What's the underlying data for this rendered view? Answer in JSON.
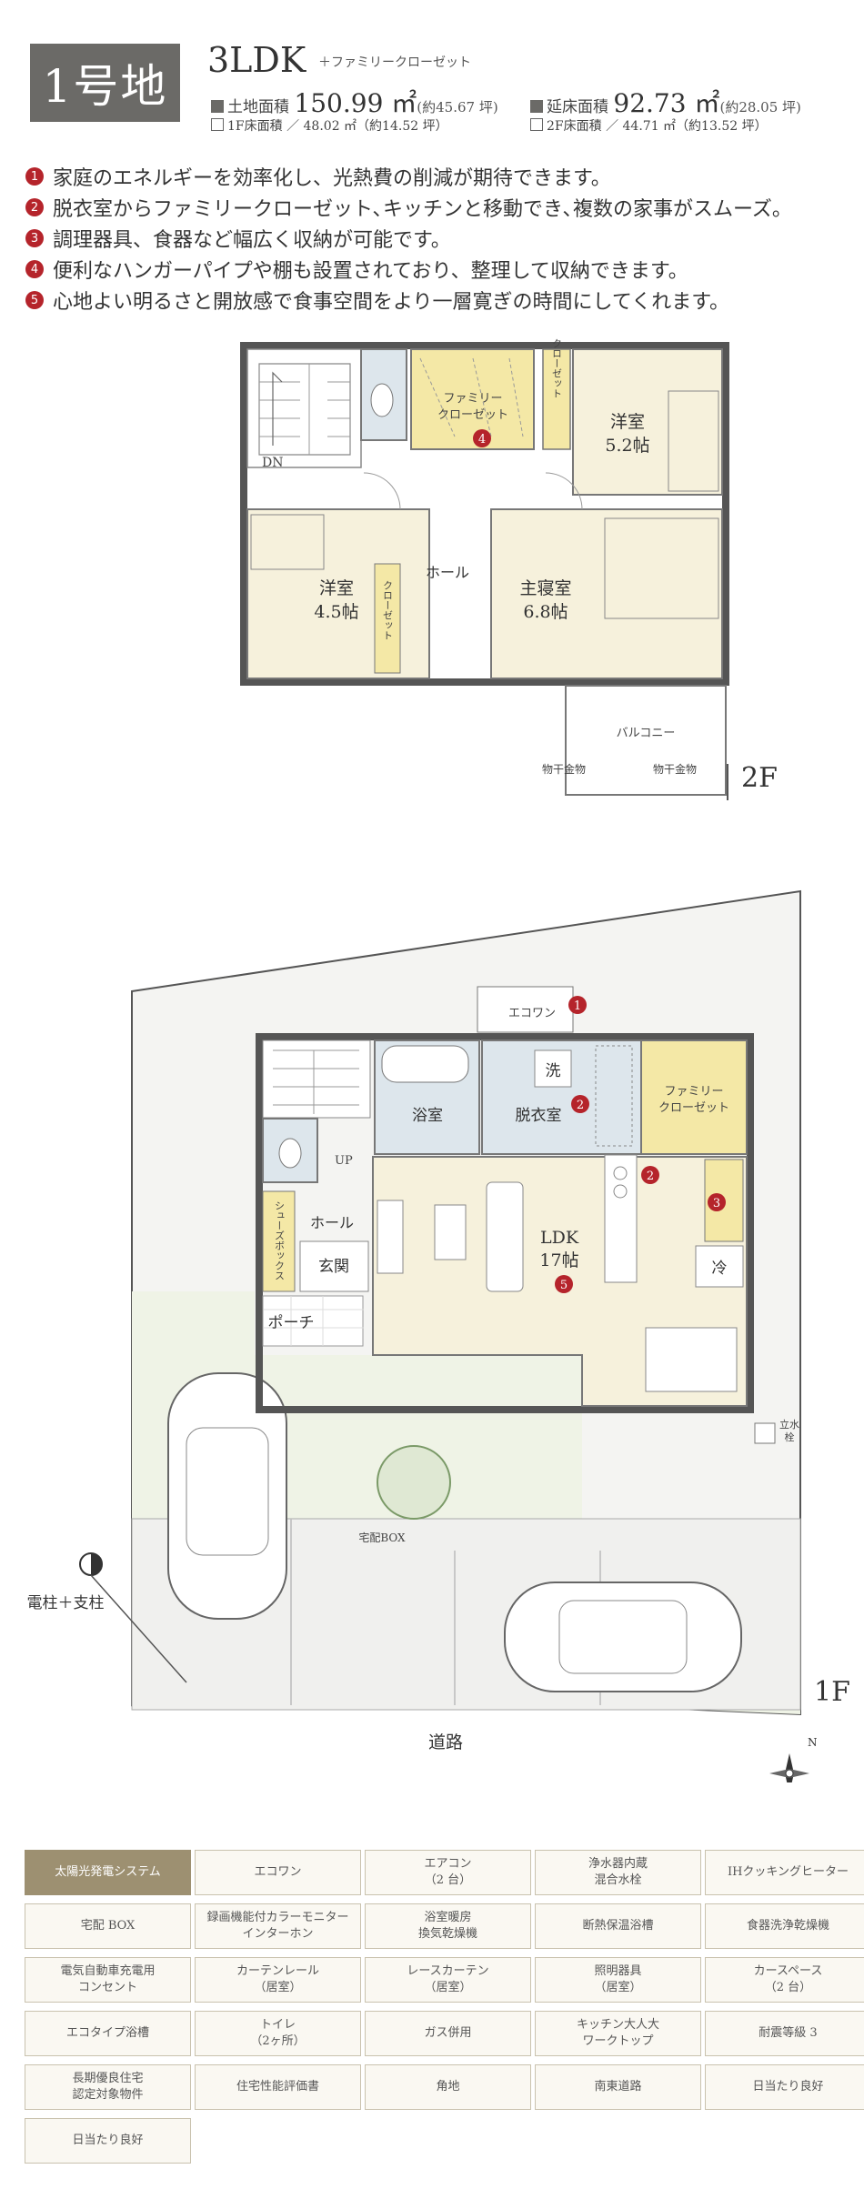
{
  "header": {
    "lot": "1号地",
    "plan_type": "3LDK",
    "plan_sub": "＋ファミリークローゼット",
    "land_area_label": "土地面積",
    "land_area_value": "150.99 ㎡",
    "land_area_tsubo": "(約45.67 坪)",
    "total_floor_label": "延床面積",
    "total_floor_value": "92.73 ㎡",
    "total_floor_tsubo": "(約28.05 坪)",
    "floor1_area": "1F床面積 ／ 48.02 ㎡（約14.52 坪）",
    "floor2_area": "2F床面積 ／ 44.71 ㎡（約13.52 坪）"
  },
  "features": [
    {
      "num": "1",
      "text": "家庭のエネルギーを効率化し、光熱費の削減が期待できます。"
    },
    {
      "num": "2",
      "text": "脱衣室からファミリークローゼット､キッチンと移動でき､複数の家事がスムーズ。"
    },
    {
      "num": "3",
      "text": "調理器具、食器など幅広く収納が可能です。"
    },
    {
      "num": "4",
      "text": "便利なハンガーパイプや棚も設置されており、整理して収納できます。"
    },
    {
      "num": "5",
      "text": "心地よい明るさと開放感で食事空間をより一層寛ぎの時間にしてくれます。"
    }
  ],
  "floor2": {
    "label": "2F",
    "rooms": {
      "western1_name": "洋室",
      "western1_size": "5.2帖",
      "western2_name": "洋室",
      "western2_size": "4.5帖",
      "master_name": "主寝室",
      "master_size": "6.8帖",
      "hall": "ホール",
      "family_closet_1": "ファミリー",
      "family_closet_2": "クローゼット",
      "closet_v": "クローゼット",
      "balcony": "バルコニー",
      "dryer1": "物干金物",
      "dryer2": "物干金物",
      "dn": "DN",
      "marker": "4"
    }
  },
  "floor1": {
    "label": "1F",
    "rooms": {
      "ecowan": "エコワン",
      "bath": "浴室",
      "dressing": "脱衣室",
      "wash": "洗",
      "family_closet_1": "ファミリー",
      "family_closet_2": "クローゼット",
      "ldk_name": "LDK",
      "ldk_size": "17帖",
      "fridge": "冷",
      "hall": "ホール",
      "entrance": "玄関",
      "porch": "ポーチ",
      "shoes_box": "シューズボックス",
      "up": "UP",
      "faucet1": "立水",
      "faucet2": "栓",
      "delivery_box": "宅配BOX",
      "pole": "電柱＋支柱",
      "road": "道路",
      "m1": "1",
      "m2a": "2",
      "m2b": "2",
      "m3": "3",
      "m5": "5",
      "compass_n": "N"
    }
  },
  "tags": [
    {
      "label": "太陽光発電システム",
      "active": true
    },
    {
      "label": "エコワン",
      "active": false
    },
    {
      "label": "エアコン\n（2 台）",
      "active": false
    },
    {
      "label": "浄水器内蔵\n混合水栓",
      "active": false
    },
    {
      "label": "IHクッキングヒーター",
      "active": false
    },
    {
      "label": "宅配 BOX",
      "active": false
    },
    {
      "label": "録画機能付カラーモニター\nインターホン",
      "active": false
    },
    {
      "label": "浴室暖房\n換気乾燥機",
      "active": false
    },
    {
      "label": "断熱保温浴槽",
      "active": false
    },
    {
      "label": "食器洗浄乾燥機",
      "active": false
    },
    {
      "label": "電気自動車充電用\nコンセント",
      "active": false
    },
    {
      "label": "カーテンレール\n（居室）",
      "active": false
    },
    {
      "label": "レースカーテン\n（居室）",
      "active": false
    },
    {
      "label": "照明器具\n（居室）",
      "active": false
    },
    {
      "label": "カースペース\n（2 台）",
      "active": false
    },
    {
      "label": "エコタイプ浴槽",
      "active": false
    },
    {
      "label": "トイレ\n（2ヶ所）",
      "active": false
    },
    {
      "label": "ガス併用",
      "active": false
    },
    {
      "label": "キッチン大人大\nワークトップ",
      "active": false
    },
    {
      "label": "耐震等級 3",
      "active": false
    },
    {
      "label": "長期優良住宅\n認定対象物件",
      "active": false
    },
    {
      "label": "住宅性能評価書",
      "active": false
    },
    {
      "label": "角地",
      "active": false
    },
    {
      "label": "南東道路",
      "active": false
    },
    {
      "label": "日当たり良好",
      "active": false
    },
    {
      "label": "日当たり良好",
      "active": false
    }
  ],
  "colors": {
    "badge": "#6b6a67",
    "marker": "#b5242b",
    "room_fill": "#f6f1dc",
    "closet_fill": "#f4e8a6",
    "wet_fill": "#dde6ec",
    "tag_active": "#9d9071",
    "tag_bg": "#faf8f2"
  }
}
